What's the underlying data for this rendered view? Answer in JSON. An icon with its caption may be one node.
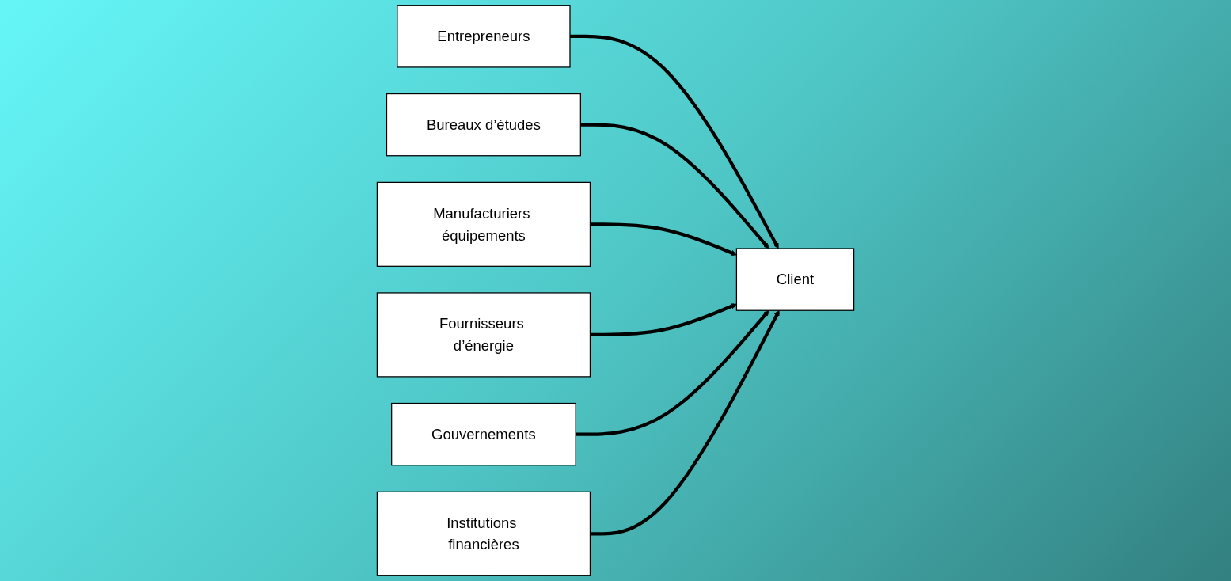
{
  "diagram": {
    "nodes": [
      {
        "text": [
          "Entrepreneurs"
        ]
      },
      {
        "text": [
          "Bureaux d’études"
        ]
      },
      {
        "text": [
          "Manufacturiers équipements"
        ]
      },
      {
        "text": [
          "Client"
        ]
      },
      {
        "text": [
          "Fournisseurs d’énergie"
        ]
      },
      {
        "text": [
          "Gouvernements"
        ]
      },
      {
        "text": [
          "Institutions financières"
        ]
      }
    ],
    "edges": [
      {
        "from": 0,
        "to": 3,
        "arrow": "to"
      },
      {
        "from": 1,
        "to": 3,
        "arrow": "to"
      },
      {
        "from": 2,
        "to": 3,
        "arrow": "to"
      },
      {
        "from": 4,
        "to": 3,
        "arrow": "to"
      },
      {
        "from": 5,
        "to": 3,
        "arrow": "to"
      },
      {
        "from": 6,
        "to": 3,
        "arrow": "to"
      }
    ]
  }
}
